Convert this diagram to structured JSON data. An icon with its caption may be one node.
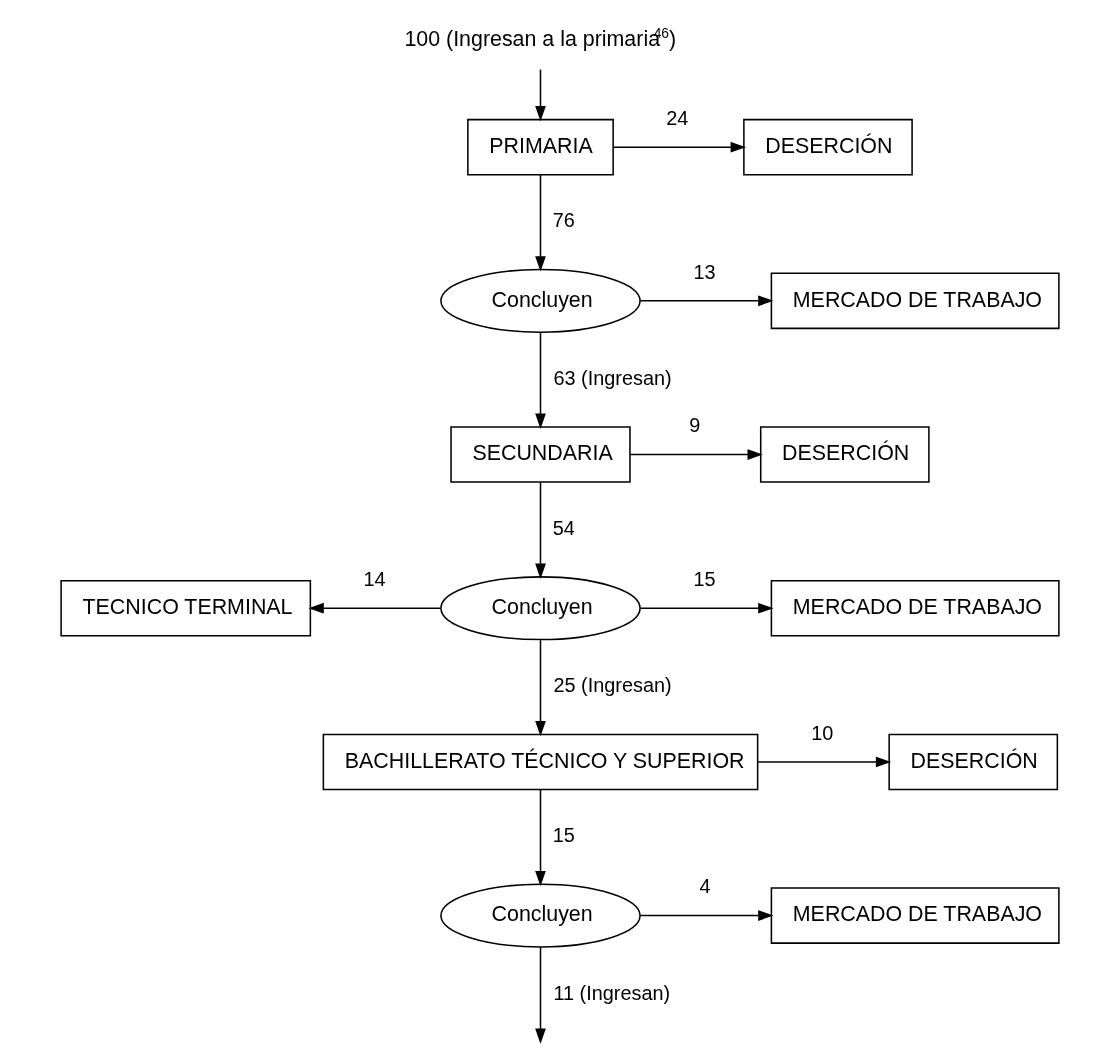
{
  "diagram": {
    "nodes": [
      {
        "text": [
          "100 (Ingresan a la primaria$^{46}$)"
        ]
      },
      {
        "text": [
          "PRIMARIA"
        ]
      },
      {
        "text": [
          "DESERCIÓN"
        ]
      },
      {
        "text": [
          "Concluyen"
        ]
      },
      {
        "text": [
          "MERCADO DE TRABAJO"
        ]
      },
      {
        "text": [
          "SECUNDARIA"
        ]
      },
      {
        "text": [
          "DESERCIÓN"
        ]
      },
      {
        "text": [
          "Concluyen"
        ]
      },
      {
        "text": [
          "TECNICO TERMINAL"
        ]
      },
      {
        "text": [
          "MERCADO DE TRABAJO"
        ]
      },
      {
        "text": [
          "BACHILLERATO TÉCNICO Y SUPERIOR"
        ]
      },
      {
        "text": [
          "DESERCIÓN"
        ]
      },
      {
        "text": [
          "Concluyen"
        ]
      },
      {
        "text": [
          "MERCADO DE TRABAJO"
        ]
      }
    ],
    "edges": [
      {
        "from": 0,
        "to": 1,
        "arrow": "to"
      },
      {
        "from": 1,
        "to": 2,
        "arrow": "to",
        "label": "24"
      },
      {
        "from": 1,
        "to": 3,
        "arrow": "to",
        "label": "76"
      },
      {
        "from": 3,
        "to": 4,
        "arrow": "to",
        "label": "13"
      },
      {
        "from": 3,
        "to": 5,
        "arrow": "to",
        "label": "63 (Ingresan)"
      },
      {
        "from": 5,
        "to": 6,
        "arrow": "to",
        "label": "9"
      },
      {
        "from": 5,
        "to": 7,
        "arrow": "to",
        "label": "54"
      },
      {
        "from": 7,
        "to": 8,
        "arrow": "to",
        "label": "14"
      },
      {
        "from": 7,
        "to": 9,
        "arrow": "to",
        "label": "15"
      },
      {
        "from": 7,
        "to": 10,
        "arrow": "to",
        "label": "25 (Ingresan)"
      },
      {
        "from": 10,
        "to": 11,
        "arrow": "to",
        "label": "10"
      },
      {
        "from": 10,
        "to": 12,
        "arrow": "to",
        "label": "15"
      },
      {
        "from": 12,
        "to": 13,
        "arrow": "to",
        "label": "4"
      },
      {
        "from": 12,
        "to": null,
        "arrow": "to",
        "label": "11 (Ingresan)"
      }
    ]
  }
}
